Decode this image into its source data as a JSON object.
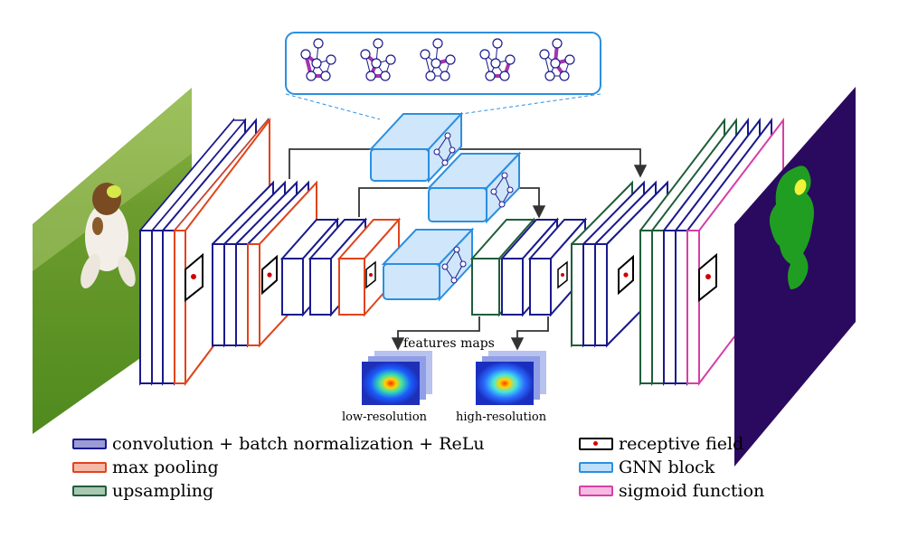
{
  "colors": {
    "conv": "#1a1a8c",
    "conv_fill": "#ffffff",
    "pool": "#e0441c",
    "upsample": "#1f5e3a",
    "gnn": "#2b8fe0",
    "gnn_fill": "#cfe6fb",
    "sigmoid": "#d63fa6",
    "graph_edge_highlight": "#a633b0",
    "arrow": "#333333",
    "rf_dot": "#d00000",
    "mask_bg": "#2a0a5e",
    "mask_dog": "#1f9e22",
    "mask_highlight": "#f2f23a"
  },
  "labels": {
    "features_maps": "features maps",
    "low_resolution": "low-resolution",
    "high_resolution": "high-resolution"
  },
  "legend": [
    {
      "label": "convolution + batch normalization + ReLu",
      "border": "#1a1a8c",
      "fill": "#9b9bd6"
    },
    {
      "label": "max pooling",
      "border": "#e0441c",
      "fill": "#f6b9a8"
    },
    {
      "label": "upsampling",
      "border": "#1f5e3a",
      "fill": "#a9c7b2"
    },
    {
      "label": "receptive field",
      "type": "receptive"
    },
    {
      "label": "GNN block",
      "border": "#2b8fe0",
      "fill": "#bfe0fb"
    },
    {
      "label": "sigmoid function",
      "border": "#d63fa6",
      "fill": "#f6b9e2"
    }
  ],
  "icons": [
    "input-photo-dog",
    "output-segmentation-mask",
    "graph-icon"
  ]
}
